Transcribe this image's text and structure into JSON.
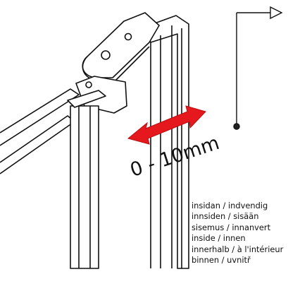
{
  "figure": {
    "measurement_label": "0 - 10mm",
    "side_labels": [
      "insidan / indvendig",
      "innsiden / sisään",
      "sisemus / innanvert",
      "inside / innen",
      "innerhalb / à l'intérieur",
      "binnen / uvnitř"
    ],
    "arrow_color": "#e5181e",
    "line_color": "#111111",
    "icons": [
      "inside-direction-pointer-icon",
      "adjustment-double-arrow-icon"
    ]
  }
}
